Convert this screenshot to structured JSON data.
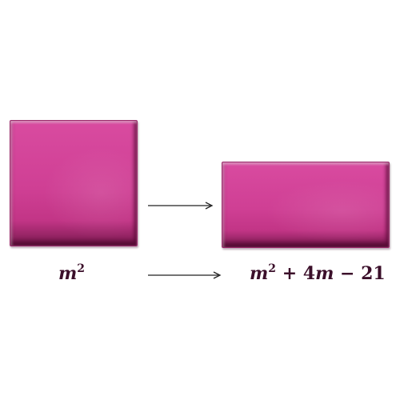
{
  "left": {
    "label_var": "m",
    "label_exp": "2"
  },
  "right": {
    "label_var": "m",
    "label_exp": "2",
    "label_op1": " + 4",
    "label_var2": "m",
    "label_rest": " − 21"
  },
  "colors": {
    "tile": "#d14496",
    "label": "#3b0f2a",
    "arrow": "#222222"
  }
}
